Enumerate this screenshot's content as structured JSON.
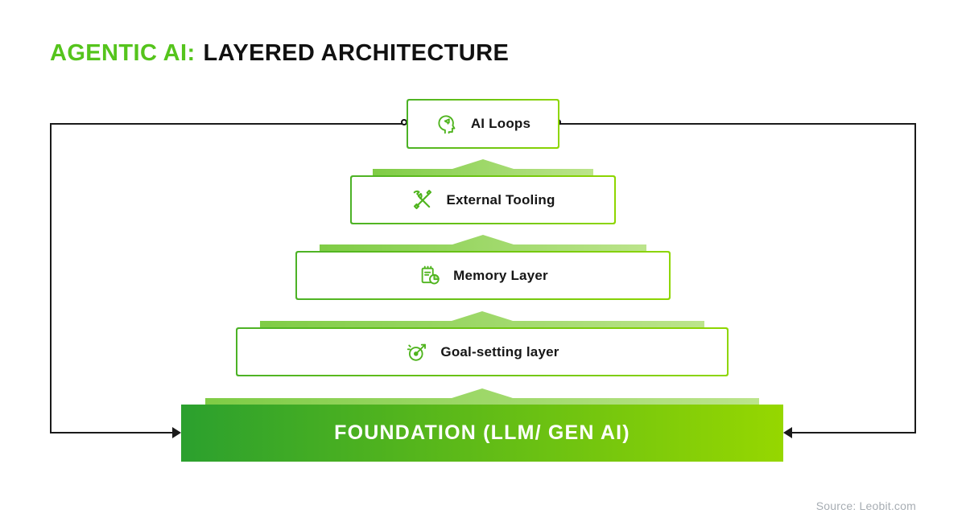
{
  "title": {
    "highlight": "AGENTIC AI:",
    "rest": "LAYERED ARCHITECTURE"
  },
  "layers": [
    {
      "label": "AI Loops",
      "icon": "ai-loops-head-icon"
    },
    {
      "label": "External Tooling",
      "icon": "tools-icon"
    },
    {
      "label": "Memory Layer",
      "icon": "memory-document-chart-icon"
    },
    {
      "label": "Goal-setting layer",
      "icon": "goal-target-icon"
    }
  ],
  "foundation": {
    "label": "FOUNDATION (LLM/ GEN AI)"
  },
  "source": "Source: Leobit.com",
  "colors": {
    "accent_green": "#55c41c",
    "foundation_gradient_left": "#2ba02e",
    "foundation_gradient_right": "#96d700",
    "connector_gradient_left": "#7fcc45",
    "connector_gradient_right": "#bce48c",
    "loop_line": "#1a1a1a",
    "source_text": "#a7adb3"
  }
}
